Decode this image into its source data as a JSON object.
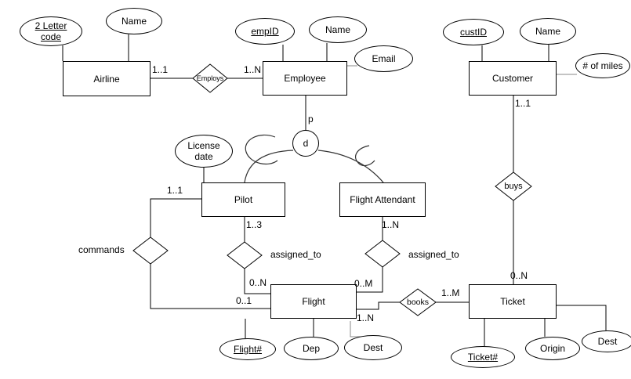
{
  "entities": {
    "airline": "Airline",
    "employee": "Employee",
    "customer": "Customer",
    "pilot": "Pilot",
    "flight_attendant": "Flight Attendant",
    "flight": "Flight",
    "ticket": "Ticket"
  },
  "attributes": {
    "airline_code": {
      "line1": "2 Letter",
      "line2": "code"
    },
    "airline_name": "Name",
    "emp_id": "empID",
    "emp_name": "Name",
    "emp_email": "Email",
    "cust_id": "custID",
    "cust_name": "Name",
    "cust_miles": "# of miles",
    "pilot_license": {
      "line1": "License",
      "line2": "date"
    },
    "flight_number": "Flight#",
    "flight_dep": "Dep",
    "flight_dest": "Dest",
    "ticket_number": "Ticket#",
    "ticket_origin": "Origin",
    "ticket_dest": "Dest"
  },
  "relationships": {
    "employs": "Employs",
    "commands": "commands",
    "assigned_to_pilot": "assigned_to",
    "assigned_to_fa": "assigned_to",
    "books": "books",
    "buys": "buys"
  },
  "specialization": {
    "disjoint": "d",
    "partial": "p"
  },
  "cardinalities": {
    "airline_employs": "1..1",
    "employee_employs": "1..N",
    "pilot_commands": "1..1",
    "pilot_assigned": "1..3",
    "fa_assigned": "1..N",
    "flight_assigned_pilot": "0..N",
    "flight_assigned_fa": "0..M",
    "flight_commands": "0..1",
    "flight_books": "1..N",
    "ticket_books": "1..M",
    "customer_buys": "1..1",
    "ticket_buys": "0..N"
  },
  "colors": {
    "stroke": "#000000",
    "muted_stroke": "#8a8a8a",
    "fill": "#ffffff"
  }
}
